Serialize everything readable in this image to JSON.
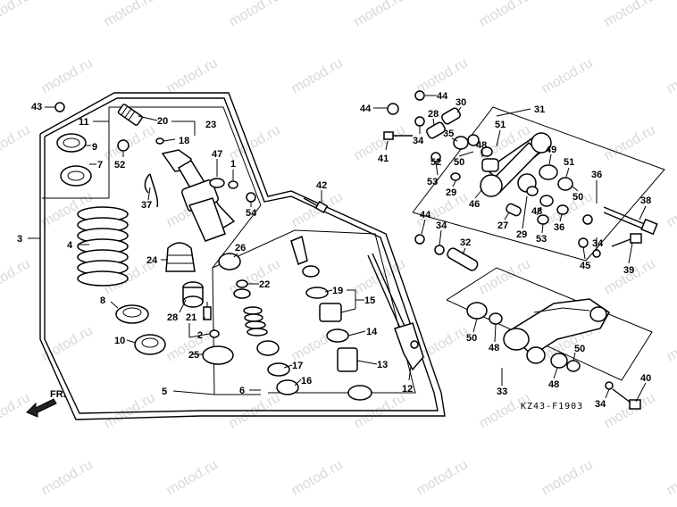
{
  "watermark": "motod.ru",
  "diagram_code": "KZ43-F1903",
  "front_marker": "FR.",
  "callouts": [
    "43",
    "11",
    "9",
    "7",
    "3",
    "4",
    "8",
    "10",
    "5",
    "20",
    "23",
    "18",
    "52",
    "47",
    "1",
    "37",
    "54",
    "42",
    "26",
    "24",
    "22",
    "28",
    "21",
    "2",
    "25",
    "19",
    "15",
    "14",
    "13",
    "17",
    "16",
    "6",
    "12",
    "44",
    "41",
    "44",
    "30",
    "28",
    "34",
    "35",
    "51",
    "31",
    "48",
    "50",
    "52",
    "49",
    "51",
    "53",
    "29",
    "46",
    "50",
    "36",
    "38",
    "27",
    "29",
    "48",
    "53",
    "36",
    "44",
    "34",
    "32",
    "34",
    "45",
    "39",
    "50",
    "48",
    "50",
    "48",
    "33",
    "40",
    "34"
  ]
}
